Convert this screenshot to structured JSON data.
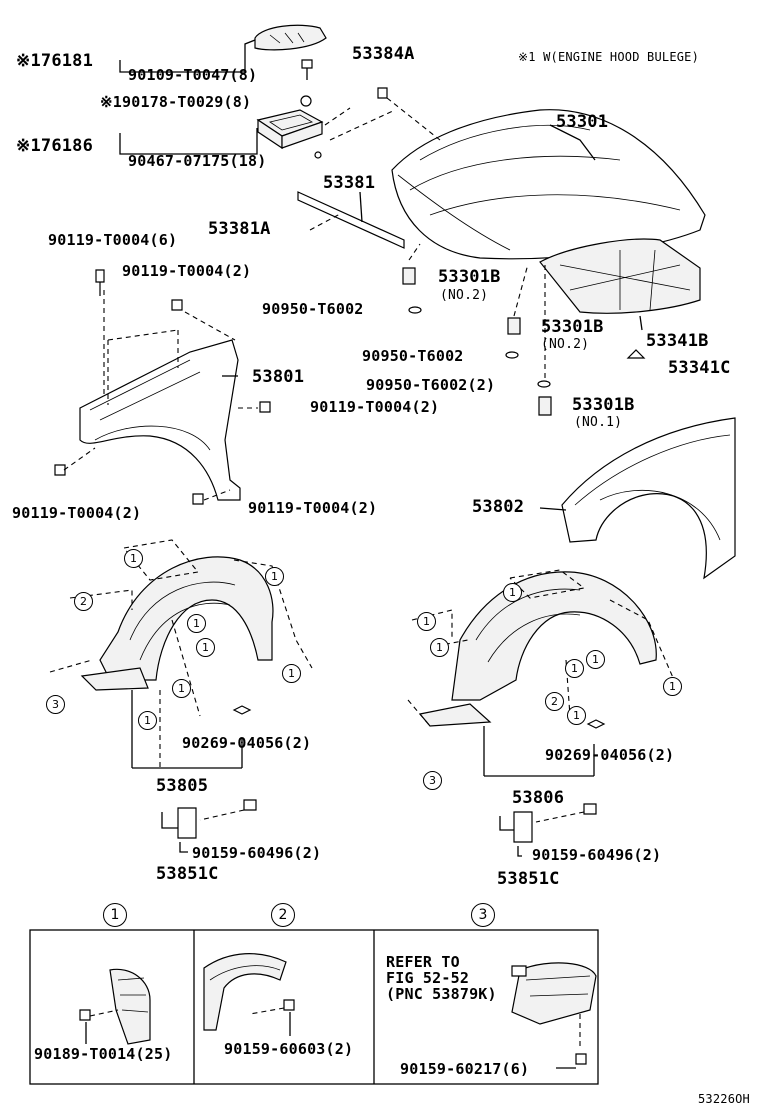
{
  "note": "※1 W(ENGINE HOOD BULEGE)",
  "figure_id": "53226OH",
  "labels": {
    "p176181": "※176181",
    "p90109": "90109-T0047(8)",
    "p190178": "※190178-T0029(8)",
    "p176186": "※176186",
    "p90467": "90467-07175(18)",
    "p53384A": "53384A",
    "p53301": "53301",
    "p53381": "53381",
    "p53381A": "53381A",
    "p90119a": "90119-T0004(6)",
    "p90119b": "90119-T0004(2)",
    "p53301B_1": "53301B",
    "no2_1": "(NO.2)",
    "p90950_1": "90950-T6002",
    "p53301B_2": "53301B",
    "no2_2": "(NO.2)",
    "p53341B": "53341B",
    "p90950_2": "90950-T6002",
    "p53341C": "53341C",
    "p90950_3": "90950-T6002(2)",
    "p53301B_3": "53301B",
    "no1": "(NO.1)",
    "p53801": "53801",
    "p90119c": "90119-T0004(2)",
    "p90119d": "90119-T0004(2)",
    "p90119e": "90119-T0004(2)",
    "p53802": "53802",
    "p90269a": "90269-04056(2)",
    "p53805": "53805",
    "p90159a": "90159-60496(2)",
    "p53851Ca": "53851C",
    "p90269b": "90269-04056(2)",
    "p53806": "53806",
    "p90159b": "90159-60496(2)",
    "p53851Cb": "53851C"
  },
  "callouts": {
    "c1": "1",
    "c2": "2",
    "c3": "3"
  },
  "detail": {
    "d1_part": "90189-T0014(25)",
    "d2_part": "90159-60603(2)",
    "d3_refer1": "REFER TO",
    "d3_refer2": "FIG 52-52",
    "d3_refer3": "(PNC 53879K)",
    "d3_part": "90159-60217(6)"
  }
}
